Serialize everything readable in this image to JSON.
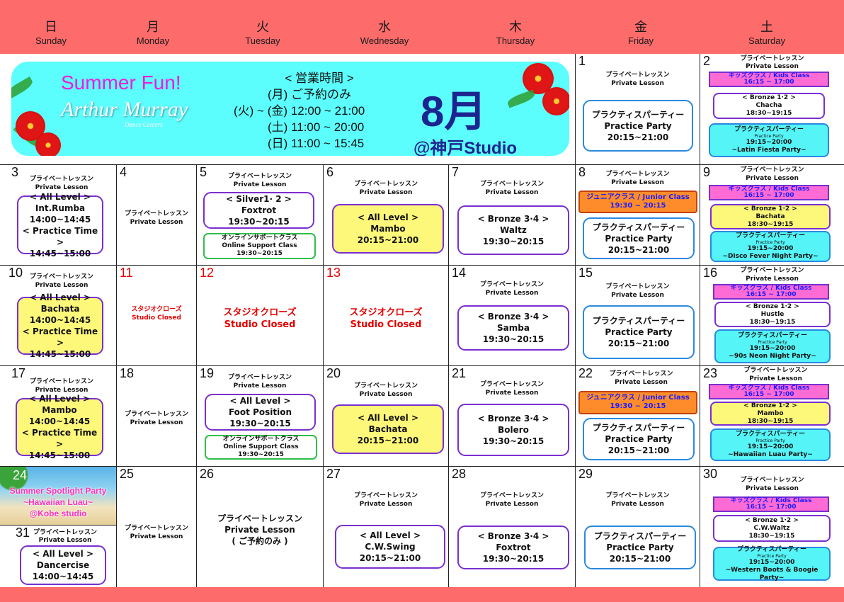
{
  "weekdays": [
    {
      "jp": "日",
      "en": "Sunday"
    },
    {
      "jp": "月",
      "en": "Monday"
    },
    {
      "jp": "火",
      "en": "Tuesday"
    },
    {
      "jp": "水",
      "en": "Wednesday"
    },
    {
      "jp": "木",
      "en": "Thursday"
    },
    {
      "jp": "金",
      "en": "Friday"
    },
    {
      "jp": "土",
      "en": "Saturday"
    }
  ],
  "banner": {
    "title": "Summer Fun!",
    "logo_line1": "Arthur Murray",
    "logo_line2": "Dance Centers",
    "hours_title": "< 営業時間 >",
    "hours": [
      "(月)  ご予約のみ",
      "(火) ~ (金)  12:00 ~ 21:00",
      "(土)  11:00 ~ 20:00",
      "(日)  11:00 ~ 15:45"
    ],
    "month": "8月",
    "studio": "@神戸Studio"
  },
  "common": {
    "private_jp": "プライベートレッスン",
    "private_en": "Private Lesson",
    "kids": "キッズクラス / Kids Class",
    "kids_time": "16:15 ~ 17:00",
    "party_jp": "プラクティスパーティー",
    "party_en": "Practice Party",
    "party_time": "20:15~21:00",
    "sat_party_time": "19:15~20:00",
    "junior": "ジュニアクラス / Junior Class",
    "junior_time": "19:30 ~ 20:15",
    "online_jp": "オンラインサポートクラス",
    "online_en": "Online Support Class",
    "online_time": "19:30~20:15",
    "closed_jp": "スタジオクローズ",
    "closed_en": "Studio Closed"
  },
  "days": {
    "1": "1",
    "2": "2",
    "3": "3",
    "4": "4",
    "5": "5",
    "6": "6",
    "7": "7",
    "8": "8",
    "9": "9",
    "10": "10",
    "11": "11",
    "12": "12",
    "13": "13",
    "14": "14",
    "15": "15",
    "16": "16",
    "17": "17",
    "18": "18",
    "19": "19",
    "20": "20",
    "21": "21",
    "22": "22",
    "23": "23",
    "24": "24",
    "25": "25",
    "26": "26",
    "27": "27",
    "28": "28",
    "29": "29",
    "30": "30",
    "31": "31"
  },
  "classes": {
    "d2": {
      "level": "< Bronze 1·2 >",
      "dance": "Chacha",
      "time": "18:30~19:15",
      "party_sub": "Practice Party",
      "party_name": "~Latin Fiesta Party~"
    },
    "d3": {
      "l1": "< All Level >",
      "l2": "Int.Rumba",
      "l3": "14:00~14:45",
      "l4": "< Practice Time >",
      "l5": "14:45~15:00"
    },
    "d5": {
      "l1": "< Silver1· 2 >",
      "l2": "Foxtrot",
      "l3": "19:30~20:15"
    },
    "d6": {
      "l1": "< All Level >",
      "l2": "Mambo",
      "l3": "20:15~21:00"
    },
    "d7": {
      "l1": "< Bronze 3·4 >",
      "l2": "Waltz",
      "l3": "19:30~20:15"
    },
    "d9": {
      "level": "< Bronze 1·2 >",
      "dance": "Bachata",
      "time": "18:30~19:15",
      "party_sub": "Practice Party",
      "party_name": "~Disco Fever Night Party~"
    },
    "d10": {
      "l1": "< All Level >",
      "l2": "Bachata",
      "l3": "14:00~14:45",
      "l4": "< Practice Time >",
      "l5": "14:45~15:00"
    },
    "d14": {
      "l1": "< Bronze 3·4 >",
      "l2": "Samba",
      "l3": "19:30~20:15"
    },
    "d16": {
      "level": "< Bronze 1·2 >",
      "dance": "Hustle",
      "time": "18:30~19:15",
      "party_sub": "Practice Party",
      "party_name": "~90s Neon Night Party~"
    },
    "d17": {
      "l1": "< All Level >",
      "l2": "Mambo",
      "l3": "14:00~14:45",
      "l4": "< Practice Time >",
      "l5": "14:45~15:00"
    },
    "d19": {
      "l1": "< All Level >",
      "l2": "Foot Position",
      "l3": "19:30~20:15"
    },
    "d20": {
      "l1": "< All Level >",
      "l2": "Bachata",
      "l3": "20:15~21:00"
    },
    "d21": {
      "l1": "< Bronze 3·4 >",
      "l2": "Bolero",
      "l3": "19:30~20:15"
    },
    "d23": {
      "level": "< Bronze 1·2 >",
      "dance": "Mambo",
      "time": "18:30~19:15",
      "party_sub": "Practice Party",
      "party_name": "~Hawaiian Luau Party~"
    },
    "d24": {
      "t1": "Summer Spotlight Party",
      "t2": "~Hawaiian Luau~",
      "t3": "@Kobe studio"
    },
    "d26": {
      "l1": "プライベートレッスン",
      "l2": "Private Lesson",
      "l3": "( ご予約のみ )"
    },
    "d27": {
      "l1": "< All Level >",
      "l2": "C.W.Swing",
      "l3": "20:15~21:00"
    },
    "d28": {
      "l1": "< Bronze 3·4 >",
      "l2": "Foxtrot",
      "l3": "19:30~20:15"
    },
    "d30": {
      "level": "< Bronze 1·2 >",
      "dance": "C.W.Waltz",
      "time": "18:30~19:15",
      "party_sub": "Practice Party",
      "party_name": "~Western Boots & Boogie Party~"
    },
    "d31": {
      "l1": "< All Level >",
      "l2": "Dancercise",
      "l3": "14:00~14:45"
    }
  },
  "colors": {
    "header": "#fe6b6b",
    "banner": "#5cfdfd",
    "kids": "#ff6bd4",
    "junior": "#ff8c2a",
    "yellow": "#fef87a",
    "cyan": "#55f4f6",
    "closed_red": "#e60000",
    "month_blue": "#1c2490"
  }
}
